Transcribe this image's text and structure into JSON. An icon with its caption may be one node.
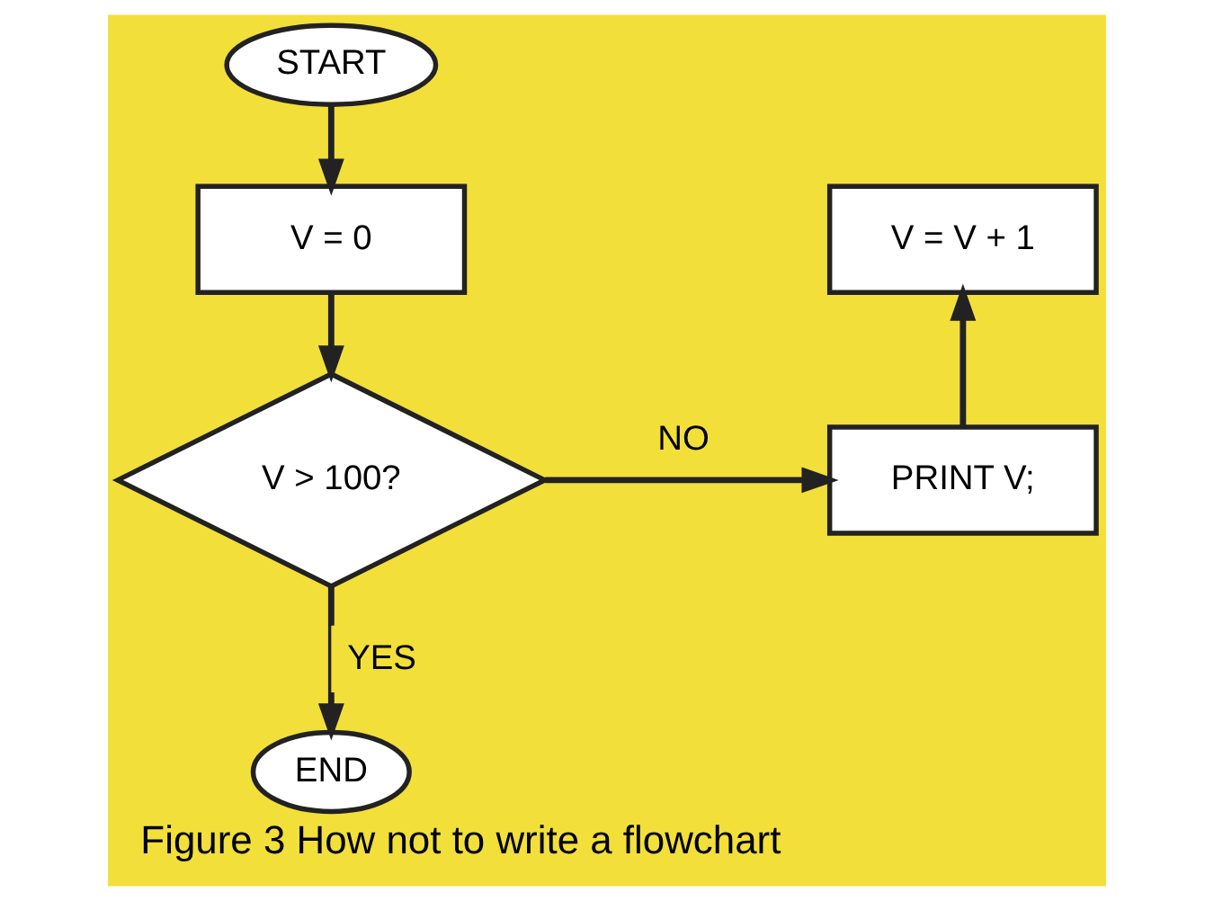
{
  "diagram": {
    "caption": "Figure 3 How not to write a flowchart",
    "nodes": [
      {
        "text": [
          "START"
        ]
      },
      {
        "text": [
          "V = 0"
        ]
      },
      {
        "text": [
          "V = V + 1"
        ]
      },
      {
        "text": [
          "V > 100?"
        ]
      },
      {
        "text": [
          "PRINT V;"
        ]
      },
      {
        "text": [
          "END"
        ]
      }
    ],
    "edges": [
      {
        "from": 0,
        "to": 1,
        "arrow": "to"
      },
      {
        "from": 1,
        "to": 3,
        "arrow": "to"
      },
      {
        "from": 3,
        "to": 4,
        "arrow": "to",
        "label": "NO"
      },
      {
        "from": 4,
        "to": 2,
        "arrow": "to"
      },
      {
        "from": 3,
        "to": 5,
        "arrow": "to",
        "label": "YES"
      }
    ]
  }
}
